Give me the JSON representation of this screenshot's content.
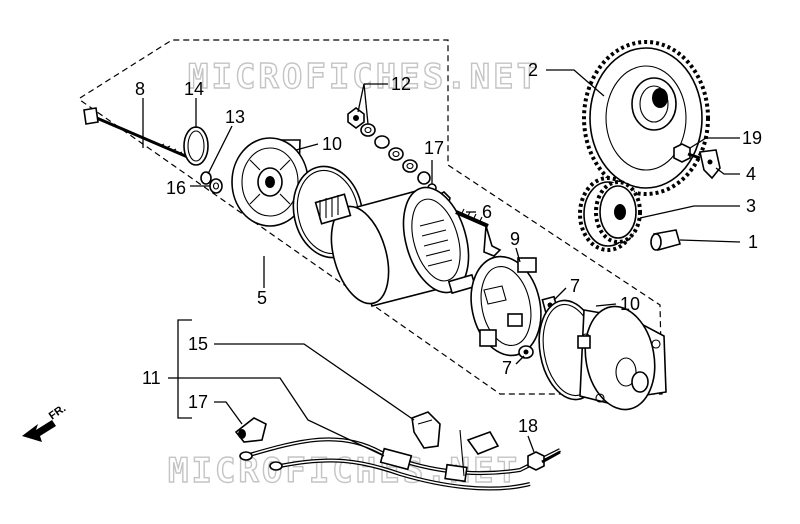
{
  "watermark": {
    "top": "MICROFICHES.NET",
    "bottom": "MICROFICHES.NET"
  },
  "direction": {
    "label": "FR."
  },
  "callouts": [
    {
      "id": "c1",
      "text": "1"
    },
    {
      "id": "c2",
      "text": "2"
    },
    {
      "id": "c3",
      "text": "3"
    },
    {
      "id": "c4",
      "text": "4"
    },
    {
      "id": "c5",
      "text": "5"
    },
    {
      "id": "c6",
      "text": "6"
    },
    {
      "id": "c7a",
      "text": "7"
    },
    {
      "id": "c7b",
      "text": "7"
    },
    {
      "id": "c8",
      "text": "8"
    },
    {
      "id": "c9",
      "text": "9"
    },
    {
      "id": "c10a",
      "text": "10"
    },
    {
      "id": "c10b",
      "text": "10"
    },
    {
      "id": "c11",
      "text": "11"
    },
    {
      "id": "c12",
      "text": "12"
    },
    {
      "id": "c13",
      "text": "13"
    },
    {
      "id": "c14",
      "text": "14"
    },
    {
      "id": "c15",
      "text": "15"
    },
    {
      "id": "c16",
      "text": "16"
    },
    {
      "id": "c17a",
      "text": "17"
    },
    {
      "id": "c17b",
      "text": "17"
    },
    {
      "id": "c18",
      "text": "18"
    },
    {
      "id": "c19",
      "text": "19"
    }
  ]
}
